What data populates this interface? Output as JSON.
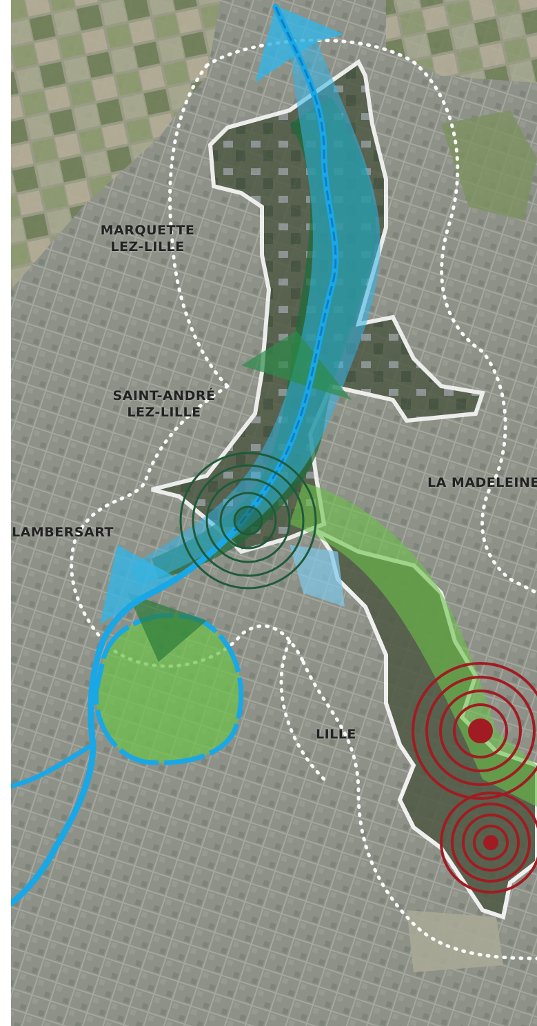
{
  "map": {
    "labels": {
      "marquette_line1": "MARQUETTE",
      "marquette_line2": "LEZ-LILLE",
      "saint_andre_line1": "SAINT-ANDRÉ",
      "saint_andre_line2": "LEZ-LILLE",
      "la_madeleine": "LA MADELEINE",
      "lambersart": "LAMBERSART",
      "lille": "LILLE"
    },
    "colors": {
      "river": "#1aa7e6",
      "river_zone": "#33b5e5",
      "park_zone": "#6cc24a",
      "dark_green_zone": "#1f6b3a",
      "boundary": "#ffffff",
      "target_red": "#a01c22",
      "target_green": "#1e5a3a",
      "aerial_base": "#8f938a"
    }
  }
}
